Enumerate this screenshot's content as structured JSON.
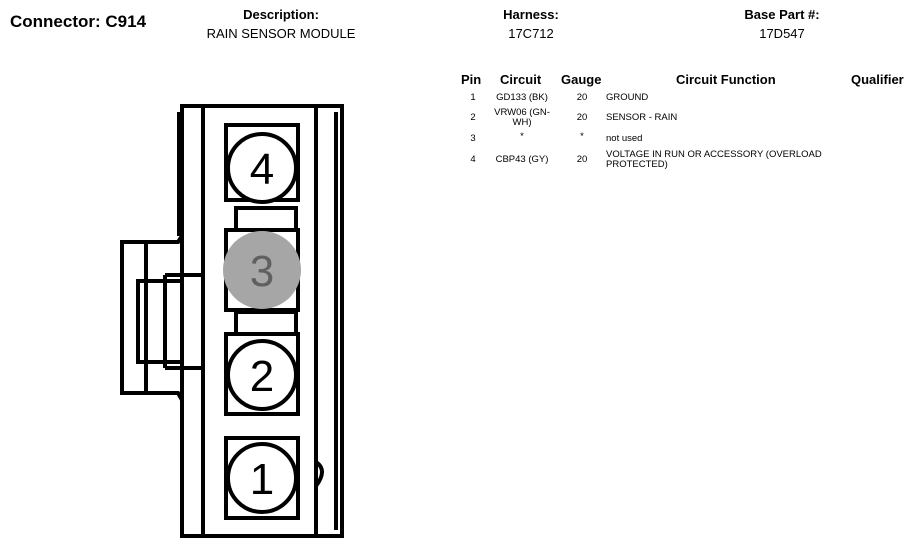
{
  "header": {
    "connector": "Connector: C914",
    "description_label": "Description:",
    "description_value": "RAIN SENSOR MODULE",
    "harness_label": "Harness:",
    "harness_value": "17C712",
    "base_part_label": "Base Part #:",
    "base_part_value": "17D547"
  },
  "table": {
    "headers": {
      "pin": "Pin",
      "circuit": "Circuit",
      "gauge": "Gauge",
      "function": "Circuit Function",
      "qualifier": "Qualifier"
    },
    "rows": [
      {
        "pin": "1",
        "circuit": "GD133 (BK)",
        "gauge": "20",
        "function": "GROUND"
      },
      {
        "pin": "2",
        "circuit": "VRW06 (GN-WH)",
        "gauge": "20",
        "function": "SENSOR - RAIN"
      },
      {
        "pin": "3",
        "circuit": "*",
        "gauge": "*",
        "function": "not used"
      },
      {
        "pin": "4",
        "circuit": "CBP43 (GY)",
        "gauge": "20",
        "function": "VOLTAGE IN RUN OR ACCESSORY (OVERLOAD PROTECTED)"
      }
    ]
  },
  "diagram": {
    "pins": [
      {
        "label": "4",
        "used": true
      },
      {
        "label": "3",
        "used": false
      },
      {
        "label": "2",
        "used": true
      },
      {
        "label": "1",
        "used": true
      }
    ],
    "colors": {
      "stroke": "#000000",
      "unused_fill": "#a6a6a6",
      "unused_text": "#606060"
    }
  }
}
